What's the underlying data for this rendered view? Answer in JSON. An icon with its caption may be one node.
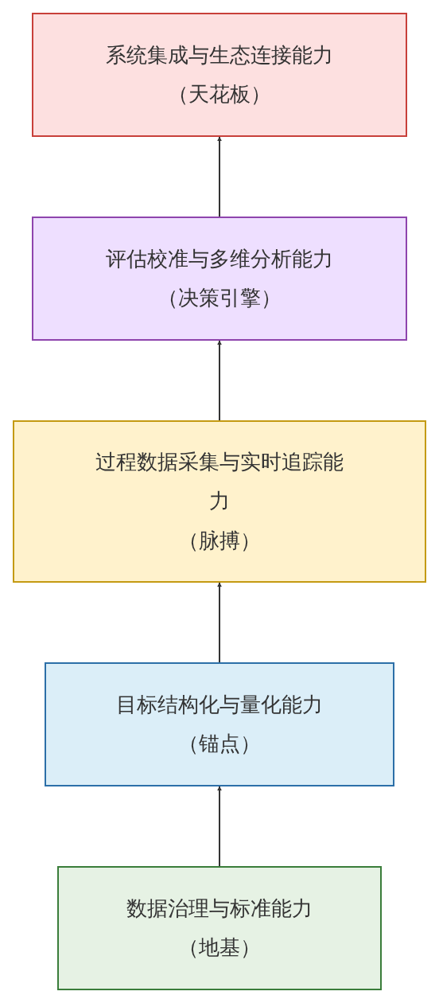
{
  "diagram": {
    "nodes": [
      {
        "text": [
          "系统集成与生态连接能力",
          "（天花板）"
        ]
      },
      {
        "text": [
          "评估校准与多维分析能力",
          "（决策引擎）"
        ]
      },
      {
        "text": [
          "过程数据采集与实时追踪能力",
          "（脉搏）"
        ]
      },
      {
        "text": [
          "目标结构化与量化能力",
          "（锚点）"
        ]
      },
      {
        "text": [
          "数据治理与标准能力",
          "（地基）"
        ]
      }
    ],
    "edges": [
      {
        "from": 1,
        "to": 0,
        "arrow": "to"
      },
      {
        "from": 2,
        "to": 1,
        "arrow": "to"
      },
      {
        "from": 3,
        "to": 2,
        "arrow": "to"
      },
      {
        "from": 4,
        "to": 3,
        "arrow": "to"
      }
    ]
  }
}
